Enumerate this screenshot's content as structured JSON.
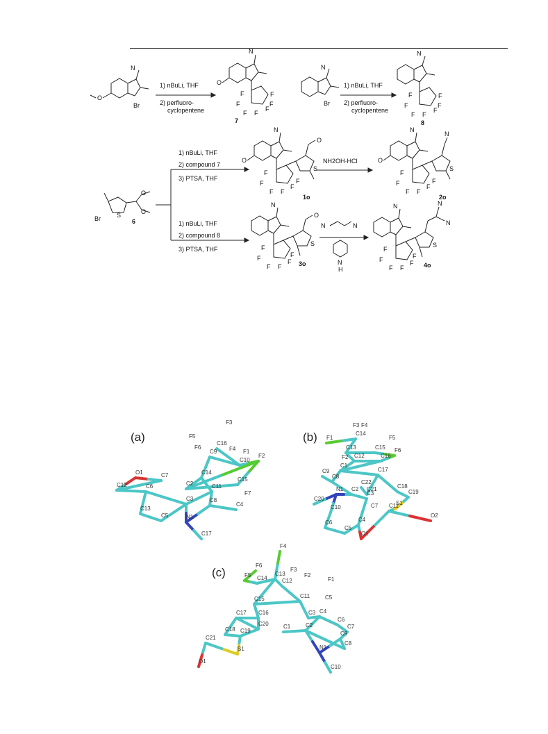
{
  "scheme": {
    "reactions": [
      {
        "steps": [
          "1) nBuLi, THF",
          "2) perfluoro-",
          "cyclopentene"
        ],
        "product": "7"
      },
      {
        "steps": [
          "1) nBuLi, THF",
          "2) perfluoro-",
          "cyclopentene"
        ],
        "product": "8"
      },
      {
        "steps": [
          "1) nBuLi, THF",
          "2) compound 7",
          "3) PTSA, THF"
        ],
        "product": "1o"
      },
      {
        "steps": [
          "1) nBuLi, THF",
          "2) compound 8",
          "3) PTSA, THF"
        ],
        "product": "3o"
      },
      {
        "steps": [
          "NH2OH·HCl"
        ],
        "product": "2o"
      },
      {
        "steps": [],
        "product": "4o"
      }
    ],
    "start_label": "6",
    "atoms": {
      "br": "Br",
      "o": "O",
      "n": "N",
      "s": "S",
      "f": "F",
      "h": "H"
    }
  },
  "crystal": {
    "panels": [
      {
        "label": "(a)",
        "atoms": [
          "F3",
          "F5",
          "C16",
          "F4",
          "F1",
          "F6",
          "C9",
          "C10",
          "F2",
          "O1",
          "C7",
          "C14",
          "C12",
          "C6",
          "C2",
          "C11",
          "C15",
          "F7",
          "C13",
          "C3",
          "C8",
          "C4",
          "C5",
          "N1",
          "C17"
        ]
      },
      {
        "label": "(b)",
        "atoms": [
          "F3",
          "F4",
          "C14",
          "F1",
          "F5",
          "C13",
          "C15",
          "F6",
          "F2",
          "C12",
          "C16",
          "C9",
          "C1",
          "C17",
          "C8",
          "C22",
          "C21",
          "C18",
          "C19",
          "N1",
          "C2",
          "C3",
          "S1",
          "C20",
          "C10",
          "C7",
          "C11",
          "O2",
          "C6",
          "C4",
          "C5",
          "O1"
        ]
      },
      {
        "label": "(c)",
        "atoms": [
          "F4",
          "F6",
          "F3",
          "F5",
          "C13",
          "C14",
          "C12",
          "F2",
          "F1",
          "C15",
          "C11",
          "C5",
          "C17",
          "C16",
          "C3",
          "C4",
          "C6",
          "C7",
          "C20",
          "C2",
          "C18",
          "C19",
          "C1",
          "C9",
          "C21",
          "C8",
          "S1",
          "N1",
          "O1",
          "C10"
        ]
      }
    ]
  }
}
